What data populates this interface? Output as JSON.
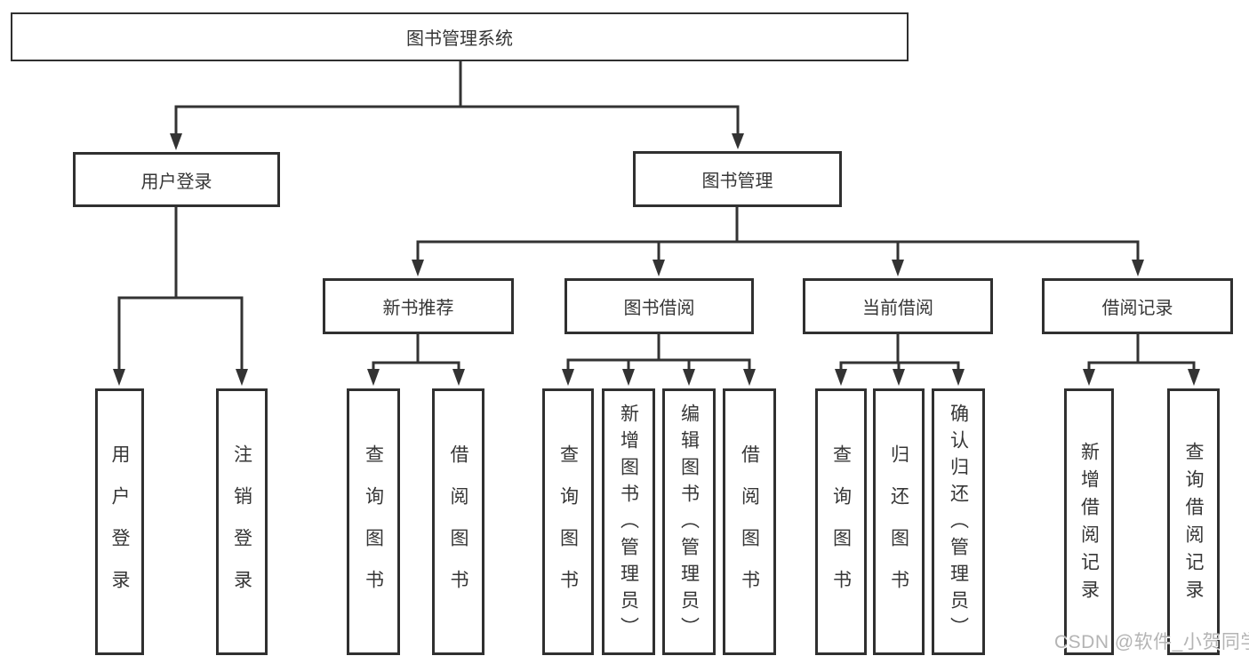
{
  "tree": {
    "label": "图书管理系统",
    "children": [
      {
        "label": "用户登录",
        "children": [
          {
            "label": "用户登录"
          },
          {
            "label": "注销登录"
          }
        ]
      },
      {
        "label": "图书管理",
        "children": [
          {
            "label": "新书推荐",
            "children": [
              {
                "label": "查询图书"
              },
              {
                "label": "借阅图书"
              }
            ]
          },
          {
            "label": "图书借阅",
            "children": [
              {
                "label": "查询图书"
              },
              {
                "label": "新增图书（管理员）"
              },
              {
                "label": "编辑图书（管理员）"
              },
              {
                "label": "借阅图书"
              }
            ]
          },
          {
            "label": "当前借阅",
            "children": [
              {
                "label": "查询图书"
              },
              {
                "label": "归还图书"
              },
              {
                "label": "确认归还（管理员）"
              }
            ]
          },
          {
            "label": "借阅记录",
            "children": [
              {
                "label": "新增借阅记录"
              },
              {
                "label": "查询借阅记录"
              }
            ]
          }
        ]
      }
    ]
  },
  "watermark": {
    "text": "CSDN @软件_小贺同学",
    "color": "#b4b4b4"
  },
  "colors": {
    "line": "#333333",
    "box_border": "#303030",
    "text": "#363636",
    "background": "#ffffff"
  }
}
